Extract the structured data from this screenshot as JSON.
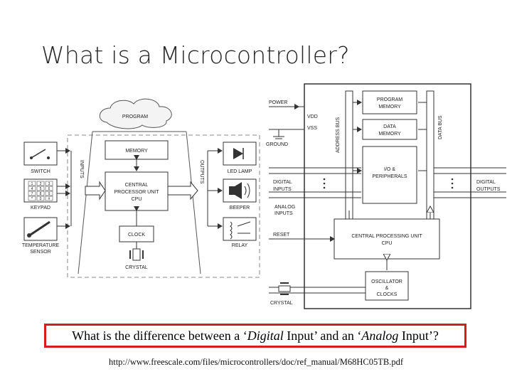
{
  "slide": {
    "title": "What is a Microcontroller?",
    "question": {
      "part1": "What is the difference between a ‘",
      "digital": "Digital",
      "part2": " Input’ and an ‘",
      "analog": "Analog",
      "part3": " Input’?"
    },
    "source_url": "http://www.freescale.com/files/microcontrollers/doc/ref_manual/M68HC05TB.pdf"
  },
  "left_diagram": {
    "program": "PROGRAM",
    "memory": "MEMORY",
    "cpu": [
      "CENTRAL",
      "PROCESSOR UNIT",
      "CPU"
    ],
    "clock": "CLOCK",
    "crystal": "CRYSTAL",
    "inputs": "INPUTS",
    "outputs": "OUTPUTS",
    "switch": "SWITCH",
    "keypad": "KEYPAD",
    "keypad_keys": [
      "1",
      "2",
      "3",
      "4",
      "5",
      "6",
      "7",
      "8",
      "9",
      "*",
      "0",
      "#"
    ],
    "temp_sensor": [
      "TEMPERATURE",
      "SENSOR"
    ],
    "led_lamp": "LED LAMP",
    "beeper": "BEEPER",
    "relay": "RELAY"
  },
  "right_diagram": {
    "power": "POWER",
    "vdd": "VDD",
    "vss": "VSS",
    "ground": "GROUND",
    "program_memory": [
      "PROGRAM",
      "MEMORY"
    ],
    "data_memory": [
      "DATA",
      "MEMORY"
    ],
    "address_bus": "ADDRESS BUS",
    "data_bus": "DATA BUS",
    "io": [
      "I/O &",
      "PERIPHERALS"
    ],
    "digital_inputs": [
      "DIGITAL",
      "INPUTS"
    ],
    "analog_inputs": [
      "ANALOG",
      "INPUTS"
    ],
    "digital_outputs": [
      "DIGITAL",
      "OUTPUTS"
    ],
    "reset": "RESET",
    "cpu": [
      "CENTRAL PROCESSING UNIT",
      "CPU"
    ],
    "oscillator": [
      "OSCILLATOR",
      "&",
      "CLOCKS"
    ],
    "crystal": "CRYSTAL"
  }
}
